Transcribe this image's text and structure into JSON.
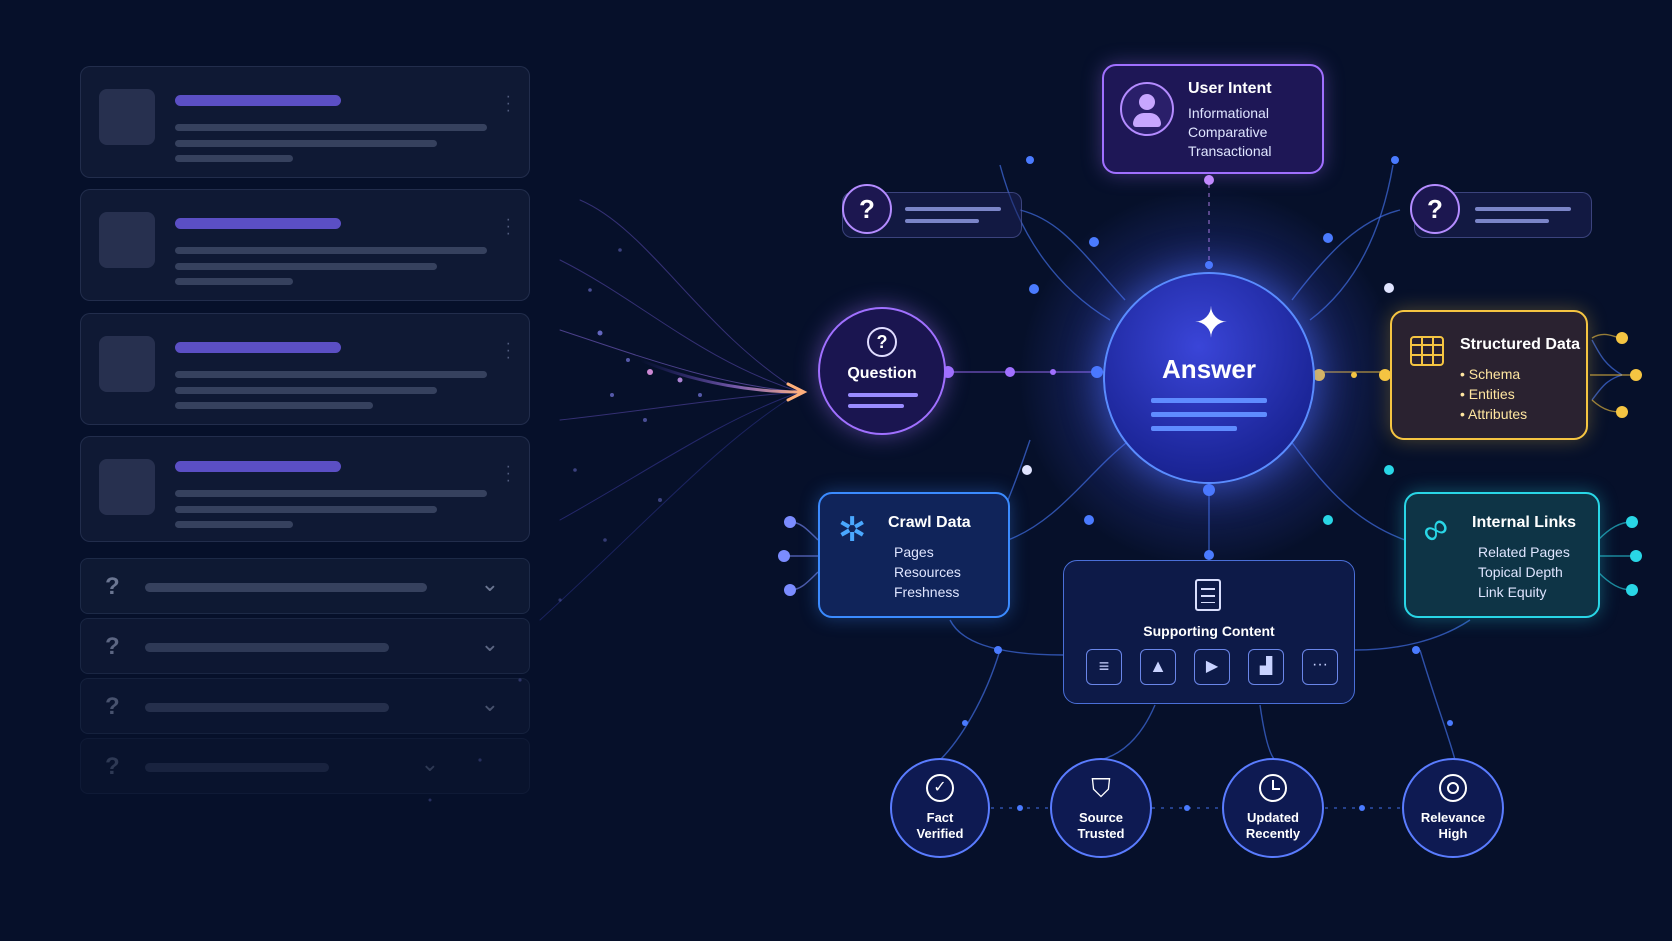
{
  "diagram": {
    "center": {
      "label": "Answer"
    },
    "question": {
      "label": "Question",
      "icon": "?"
    },
    "user_intent": {
      "title": "User Intent",
      "items": [
        "Informational",
        "Comparative",
        "Transactional"
      ]
    },
    "structured_data": {
      "title": "Structured Data",
      "items": [
        "• Schema",
        "• Entities",
        "• Attributes"
      ]
    },
    "crawl_data": {
      "title": "Crawl Data",
      "items": [
        "Pages",
        "Resources",
        "Freshness"
      ]
    },
    "internal_links": {
      "title": "Internal Links",
      "items": [
        "Related Pages",
        "Topical Depth",
        "Link Equity"
      ]
    },
    "supporting_content": {
      "title": "Supporting Content",
      "media": [
        "document-icon",
        "image-icon",
        "video-icon",
        "chart-icon",
        "more-icon"
      ]
    },
    "side_questions": [
      "?",
      "?"
    ],
    "signals": [
      {
        "line1": "Fact",
        "line2": "Verified",
        "icon": "check-icon"
      },
      {
        "line1": "Source",
        "line2": "Trusted",
        "icon": "shield-icon"
      },
      {
        "line1": "Updated",
        "line2": "Recently",
        "icon": "clock-icon"
      },
      {
        "line1": "Relevance",
        "line2": "High",
        "icon": "target-icon"
      }
    ],
    "faq_icon": "?",
    "colors": {
      "background": "#06102a",
      "purple": "#a070ff",
      "blue": "#4a7bff",
      "yellow": "#f5c542",
      "cyan": "#29d6e6"
    }
  }
}
